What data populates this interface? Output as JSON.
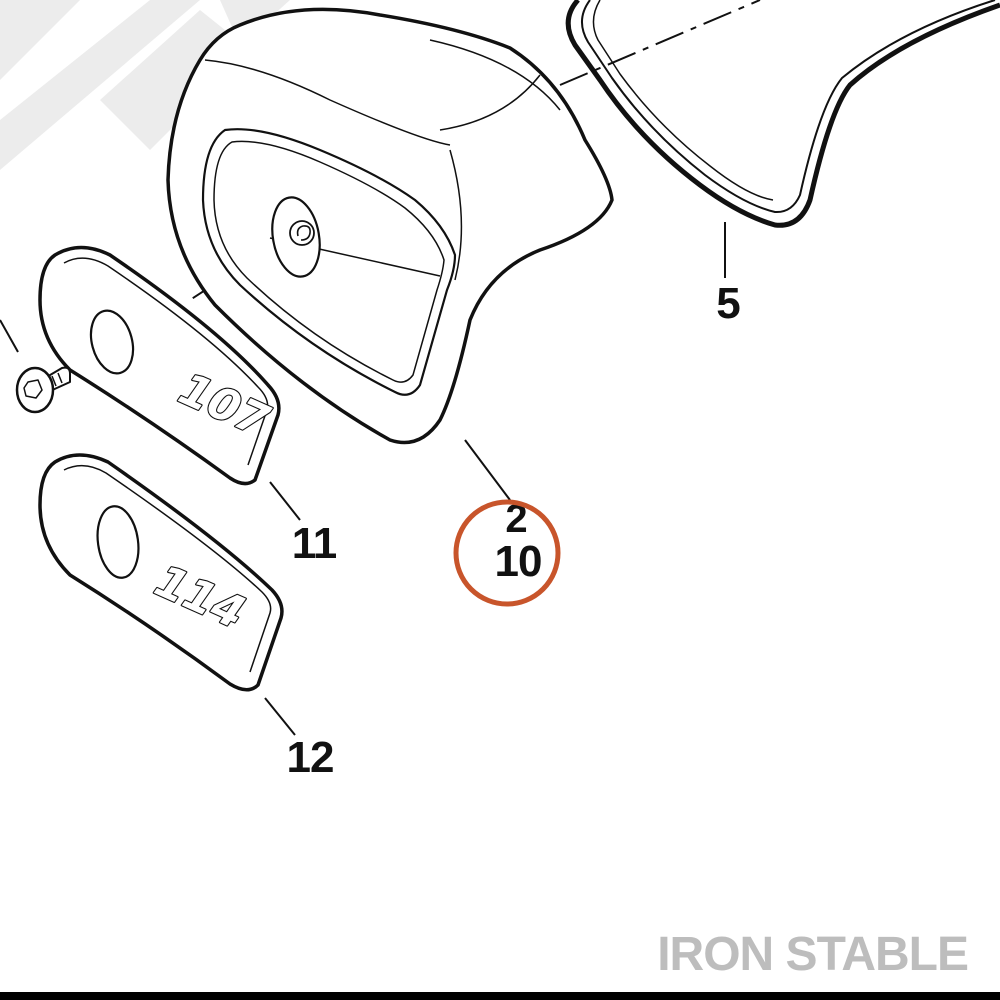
{
  "diagram": {
    "callouts": {
      "part_5": "5",
      "part_2": "2",
      "part_10": "10",
      "part_11": "11",
      "part_12": "12"
    },
    "badges": {
      "badge_107": "107",
      "badge_114": "114"
    },
    "highlight_color": "#c8552b",
    "watermark": "IRON STABLE"
  }
}
